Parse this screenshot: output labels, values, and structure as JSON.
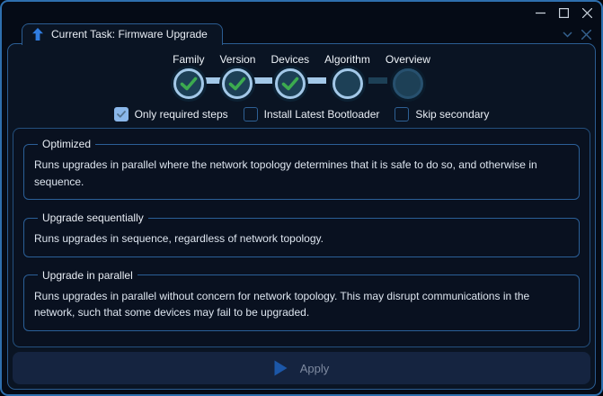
{
  "window": {
    "titlebar_icons": [
      "minimize-icon",
      "maximize-icon",
      "close-icon"
    ],
    "tabbar_icons": [
      "chevron-down-icon",
      "close-tab-icon"
    ]
  },
  "tab": {
    "label": "Current Task: Firmware Upgrade"
  },
  "stepper": {
    "steps": [
      {
        "label": "Family",
        "state": "completed"
      },
      {
        "label": "Version",
        "state": "completed"
      },
      {
        "label": "Devices",
        "state": "completed"
      },
      {
        "label": "Algorithm",
        "state": "current"
      },
      {
        "label": "Overview",
        "state": "upcoming"
      }
    ]
  },
  "options": [
    {
      "label": "Only required steps",
      "checked": true
    },
    {
      "label": "Install Latest Bootloader",
      "checked": false
    },
    {
      "label": "Skip secondary",
      "checked": false
    }
  ],
  "algorithms": [
    {
      "title": "Optimized",
      "description": "Runs upgrades in parallel where the network topology determines that it is safe to do so, and otherwise in sequence."
    },
    {
      "title": "Upgrade sequentially",
      "description": "Runs upgrades in sequence, regardless of network topology."
    },
    {
      "title": "Upgrade in parallel",
      "description": "Runs upgrades in parallel without concern for network topology. This may disrupt communications in the network, such that some devices may fail to be upgraded."
    }
  ],
  "apply": {
    "label": "Apply"
  },
  "colors": {
    "accent_blue": "#2f7ce0",
    "window_border": "#2e6fae",
    "panel_border": "#2b5d92",
    "step_ring": "#a3c8e8",
    "step_fill": "#1d4056",
    "check_green": "#3cab4f",
    "checkbox_checked": "#8ab7ea",
    "apply_play": "#1c57a8",
    "apply_text": "#7e8aa0"
  }
}
